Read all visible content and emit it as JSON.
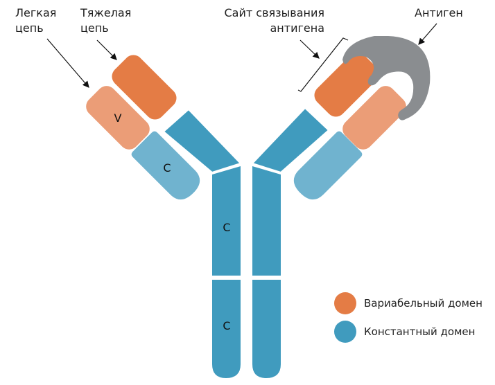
{
  "labels": {
    "light_chain": [
      "Легкая",
      "цепь"
    ],
    "heavy_chain": [
      "Тяжелая",
      "цепь"
    ],
    "binding_site": [
      "Сайт связывания",
      "антигена"
    ],
    "antigen": "Антиген"
  },
  "domains": {
    "v": "V",
    "c": "C"
  },
  "legend": [
    {
      "label": "Вариабельный домен",
      "color": "#E47C45"
    },
    {
      "label": "Константный домен",
      "color": "#409BBE"
    }
  ],
  "colors": {
    "heavy_variable": "#E47C45",
    "light_variable": "#EB9D77",
    "heavy_constant": "#409BBE",
    "light_constant": "#70B3CF",
    "antigen": "#8A8D90"
  }
}
